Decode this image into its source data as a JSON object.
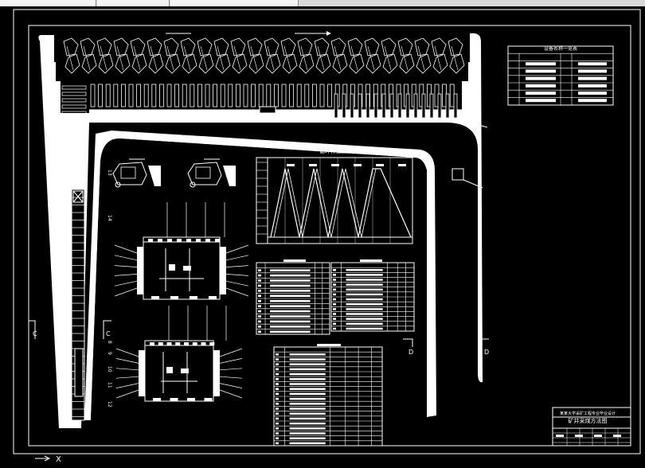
{
  "app": {
    "window": "cad-model-space"
  },
  "drawing": {
    "bg_color": "#000000",
    "line_color": "#ffffff",
    "cycle_chart_title": "循环作业图表",
    "equipment_table_title": "设备名称一览表",
    "title_block": {
      "line1": "某某大学采矿工程专业毕业设计",
      "line2": "矿井采煤方法图"
    },
    "section_marks": {
      "c_left": "C",
      "c_right": "C",
      "d_left": "D",
      "d_right": "D"
    },
    "callouts": [
      "13",
      "14",
      "10",
      "11",
      "12",
      "8",
      "9"
    ],
    "axis_glyph": "X"
  }
}
